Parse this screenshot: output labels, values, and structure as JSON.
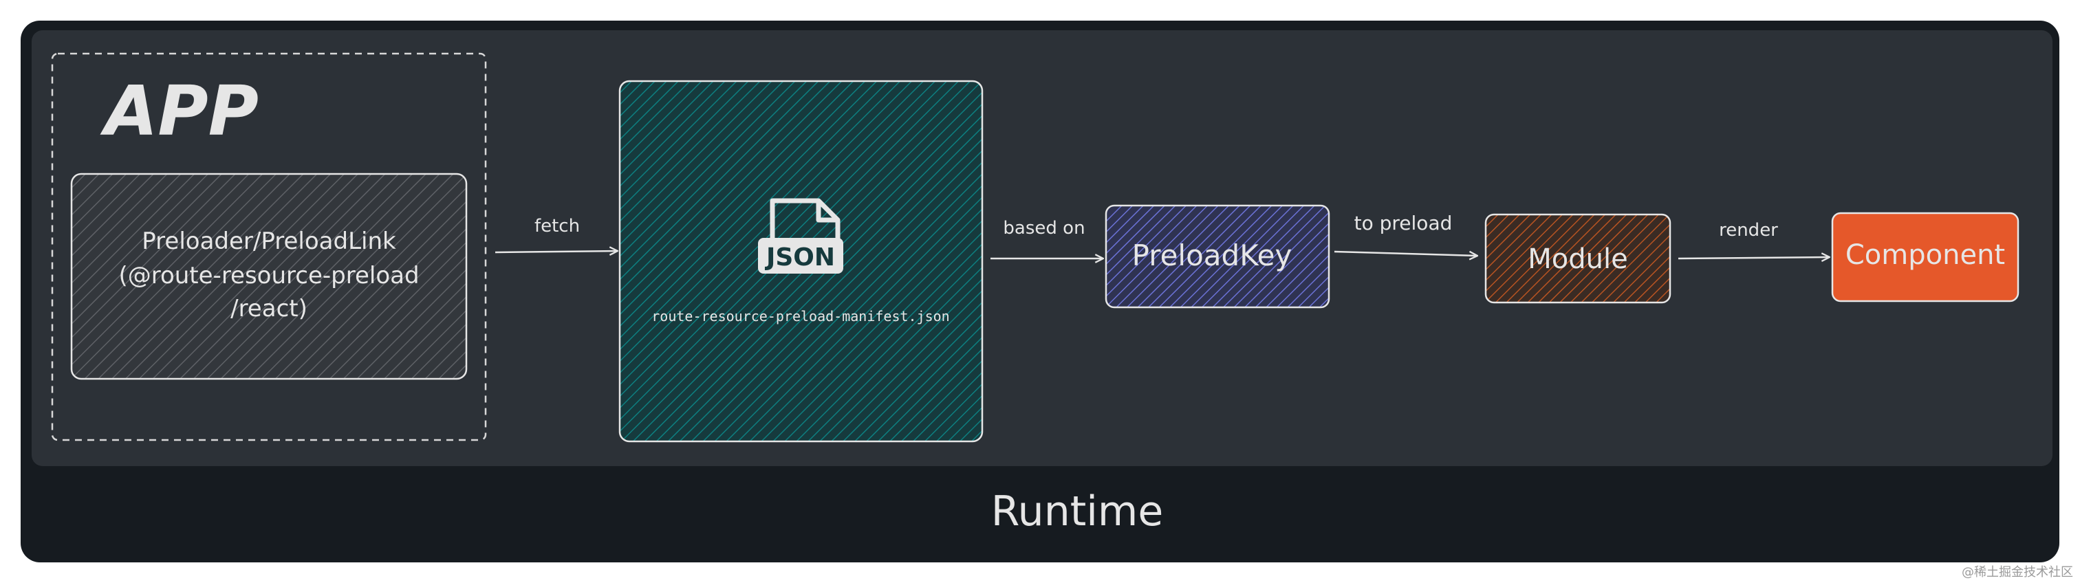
{
  "diagram": {
    "app_label": "APP",
    "preloader": {
      "line1": "Preloader/PreloadLink",
      "line2": "(@route-resource-preload",
      "line3": "/react)"
    },
    "edges": {
      "fetch": "fetch",
      "based_on": "based on",
      "to_preload": "to preload",
      "render": "render"
    },
    "manifest": {
      "icon_text": "JSON",
      "filename": "route-resource-preload-manifest.json"
    },
    "preload_key": "PreloadKey",
    "module": "Module",
    "component": "Component",
    "runtime_label": "Runtime"
  },
  "colors": {
    "outer_bg": "#161b20",
    "inner_bg": "#2c3137",
    "manifest_fill": "#0f4a4c",
    "preload_key_fill": "#4a50a6",
    "module_fill": "#7a3a1a",
    "component_fill": "#e5582a",
    "stroke": "#e6e6e6"
  },
  "watermark": "@稀土掘金技术社区"
}
